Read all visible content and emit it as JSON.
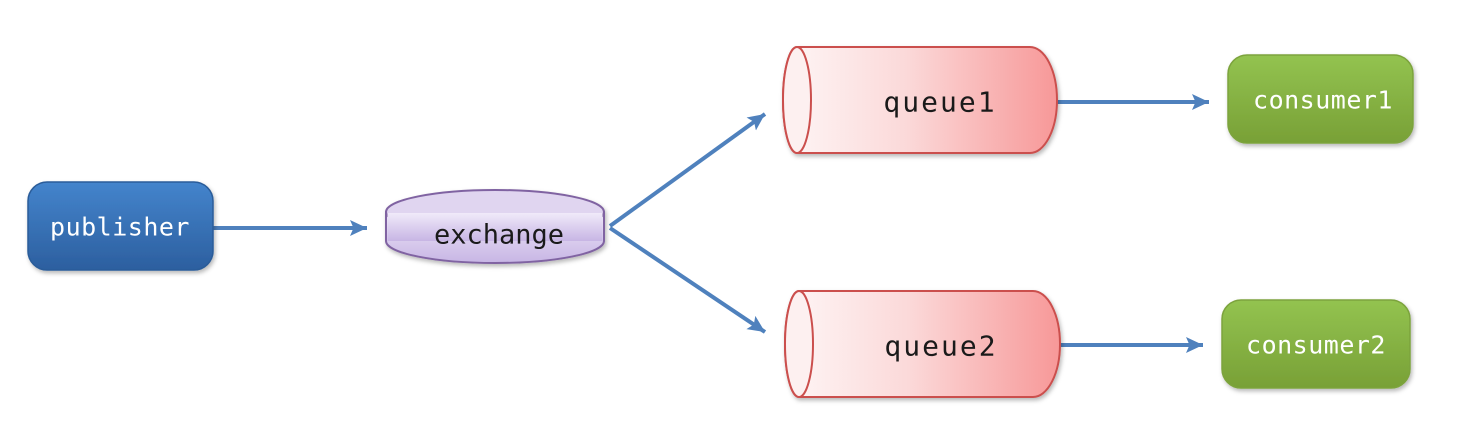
{
  "diagram": {
    "nodes": {
      "publisher": {
        "label": "publisher",
        "shape": "rounded-rectangle",
        "fill_top": "#4080c8",
        "fill_bottom": "#2c5f9f",
        "text_color": "#ffffff"
      },
      "exchange": {
        "label": "exchange",
        "shape": "vertical-cylinder",
        "fill_top": "#efe9f8",
        "fill_bottom": "#c7b5e4",
        "border": "#8064a2",
        "text_color": "#1a1a1a"
      },
      "queue1": {
        "label": "queue1",
        "shape": "horizontal-cylinder",
        "fill_left": "#fef6f6",
        "fill_right": "#f79898",
        "border": "#cb504e",
        "text_color": "#1a1a1a"
      },
      "queue2": {
        "label": "queue2",
        "shape": "horizontal-cylinder",
        "fill_left": "#fef6f6",
        "fill_right": "#f79898",
        "border": "#cb504e",
        "text_color": "#1a1a1a"
      },
      "consumer1": {
        "label": "consumer1",
        "shape": "rounded-rectangle",
        "fill_top": "#93c350",
        "fill_bottom": "#78a036",
        "text_color": "#ffffff"
      },
      "consumer2": {
        "label": "consumer2",
        "shape": "rounded-rectangle",
        "fill_top": "#93c350",
        "fill_bottom": "#78a036",
        "text_color": "#ffffff"
      }
    },
    "edges": [
      {
        "from": "publisher",
        "to": "exchange"
      },
      {
        "from": "exchange",
        "to": "queue1"
      },
      {
        "from": "exchange",
        "to": "queue2"
      },
      {
        "from": "queue1",
        "to": "consumer1"
      },
      {
        "from": "queue2",
        "to": "consumer2"
      }
    ],
    "arrow_color": "#4f81bd",
    "background": "#ffffff"
  }
}
